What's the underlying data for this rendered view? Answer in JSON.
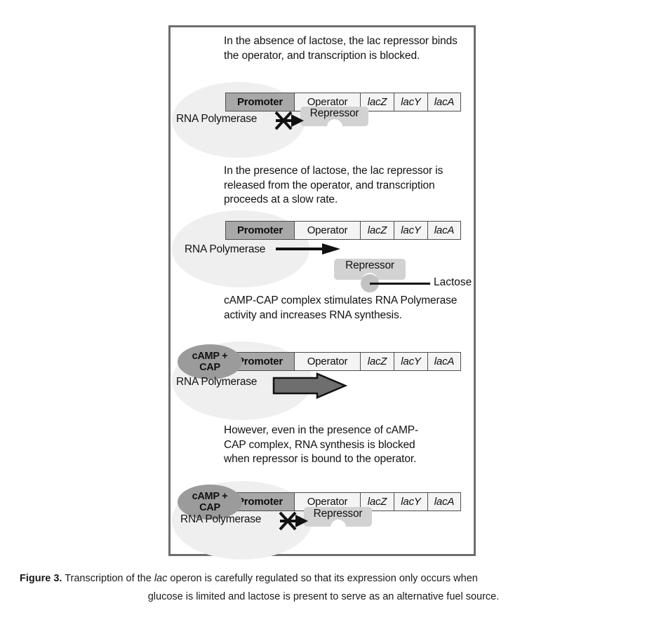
{
  "figure": {
    "caption_prefix": "Figure 3.",
    "caption_line1": " Transcription of the ",
    "caption_italic": "lac",
    "caption_line1b": " operon is carefully regulated so that its expression only occurs when",
    "caption_line2": "glucose is limited and lactose is present to serve as an alternative fuel source."
  },
  "gene_bar": {
    "promoter": "Promoter",
    "operator": "Operator",
    "lacZ": "lacZ",
    "lacY": "lacY",
    "lacA": "lacA"
  },
  "labels": {
    "rna_polymerase": "RNA Polymerase",
    "repressor": "Repressor",
    "lactose": "Lactose",
    "camp_line1": "cAMP +",
    "camp_line2": "CAP"
  },
  "panels": [
    {
      "id": "panel-1",
      "caption": "In the absence of lactose, the lac repressor binds the operator, and transcription is blocked.",
      "transcription_state": "blocked",
      "arrow": "blocked-arrow",
      "has_repressor": true,
      "has_lactose": false,
      "has_camp_cap": false
    },
    {
      "id": "panel-2",
      "caption": "In the presence of lactose, the lac repressor is released from the operator, and transcription proceeds at a slow rate.",
      "transcription_state": "slow",
      "arrow": "thin-arrow",
      "has_repressor": true,
      "has_lactose": true,
      "has_camp_cap": false
    },
    {
      "id": "panel-3",
      "caption": "cAMP-CAP complex stimulates RNA Polymerase activity and increases RNA synthesis.",
      "transcription_state": "high",
      "arrow": "thick-arrow",
      "has_repressor": false,
      "has_lactose": false,
      "has_camp_cap": true
    },
    {
      "id": "panel-4",
      "caption": "However, even in the presence of cAMP-CAP complex, RNA synthesis is blocked when repressor is bound to the operator.",
      "transcription_state": "blocked",
      "arrow": "blocked-arrow",
      "has_repressor": true,
      "has_lactose": false,
      "has_camp_cap": true
    }
  ],
  "colors": {
    "frame": "#6e6e6e",
    "promoter_fill": "#a8a8a8",
    "gene_fill": "#f4f4f4",
    "repressor_fill": "#d2d2d2",
    "camp_fill": "#9b9b9b",
    "halo_fill": "#efefef",
    "arrow_fill": "#6e6e6e",
    "text": "#111111"
  }
}
